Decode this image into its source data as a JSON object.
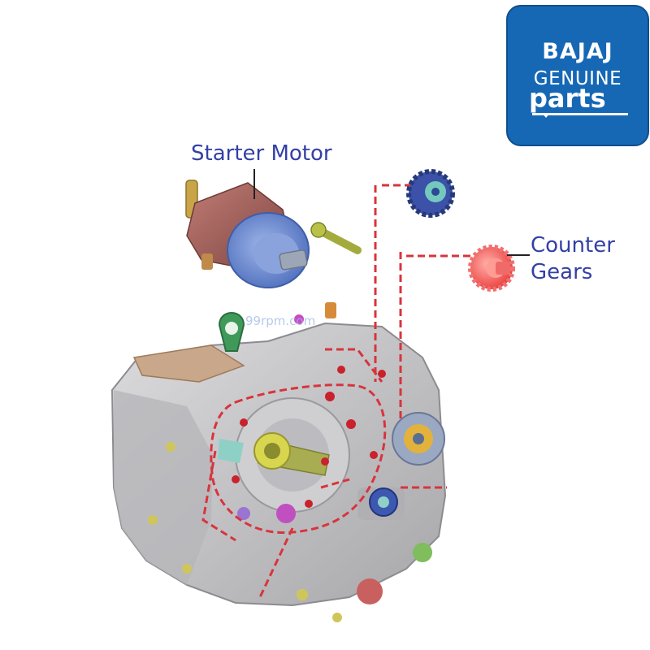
{
  "logo": {
    "brand": "BAJAJ",
    "line2": "GENUINE",
    "line3": "parts",
    "color": "#1668b5"
  },
  "labels": {
    "starter_motor": "Starter Motor",
    "counter_gears_line1": "Counter",
    "counter_gears_line2": "Gears",
    "label_color": "#3340a6"
  },
  "watermark": "99rpm.com",
  "colors": {
    "housing": "#c9c9cb",
    "motor_body": "#a5645e",
    "motor_cap": "#6f8fd0",
    "counter_gear": "#f25a5a",
    "upper_gear": "#3b52a8",
    "outline_dashes": "#d8343c"
  }
}
